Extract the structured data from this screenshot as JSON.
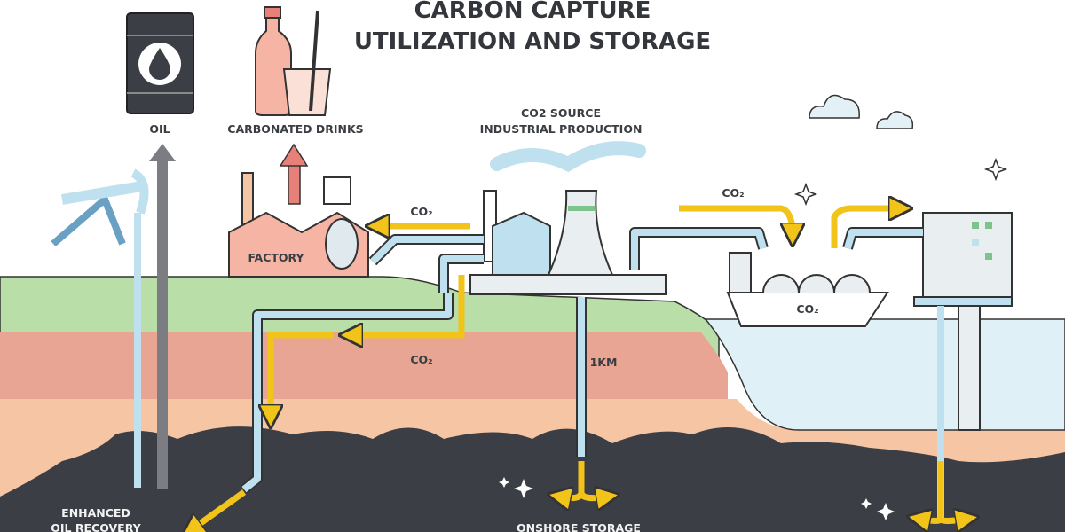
{
  "title": {
    "line1": "CARBON CAPTURE",
    "line2": "UTILIZATION AND STORAGE"
  },
  "labels": {
    "oil": "OIL",
    "carbonated_drinks": "CARBONATED DRINKS",
    "co2_source_line1": "CO2 SOURCE",
    "co2_source_line2": "INDUSTRIAL PRODUCTION",
    "factory": "FACTORY",
    "co2_factory": "CO₂",
    "co2_ship_route": "CO₂",
    "co2_ship": "CO₂",
    "co2_underground": "CO₂",
    "depth": "1KM",
    "enhanced_oil_recovery_line1": "ENHANCED",
    "enhanced_oil_recovery_line2": "OIL RECOVERY",
    "onshore_storage": "ONSHORE STORAGE"
  },
  "colors": {
    "ground_green": "#b9dea8",
    "layer_red": "#e8a593",
    "layer_orange": "#f6c6a4",
    "bedrock": "#3b3e44",
    "sea": "#dff0f6",
    "pipe": "#bfe1ef",
    "co2_arrow": "#f2c318"
  }
}
